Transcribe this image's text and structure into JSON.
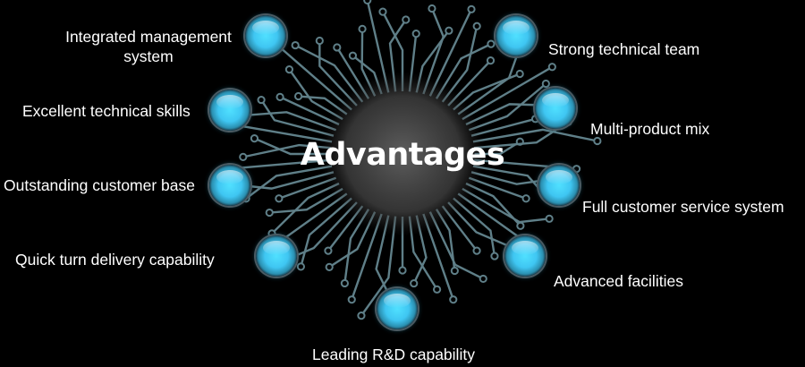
{
  "diagram": {
    "title": "Advantages",
    "colors": {
      "background": "#000000",
      "trace": "#5f7f88",
      "node": "#4fd4f7"
    },
    "advantages": [
      {
        "label": "Integrated management system",
        "icon": "glowing-orb-icon"
      },
      {
        "label": "Excellent technical skills",
        "icon": "glowing-orb-icon"
      },
      {
        "label": "Outstanding customer base",
        "icon": "glowing-orb-icon"
      },
      {
        "label": "Quick turn delivery capability",
        "icon": "glowing-orb-icon"
      },
      {
        "label": "Leading R&D capability",
        "icon": "glowing-orb-icon"
      },
      {
        "label": "Advanced facilities",
        "icon": "glowing-orb-icon"
      },
      {
        "label": "Full customer service system",
        "icon": "glowing-orb-icon"
      },
      {
        "label": "Multi-product mix",
        "icon": "glowing-orb-icon"
      },
      {
        "label": "Strong technical team",
        "icon": "glowing-orb-icon"
      }
    ]
  }
}
